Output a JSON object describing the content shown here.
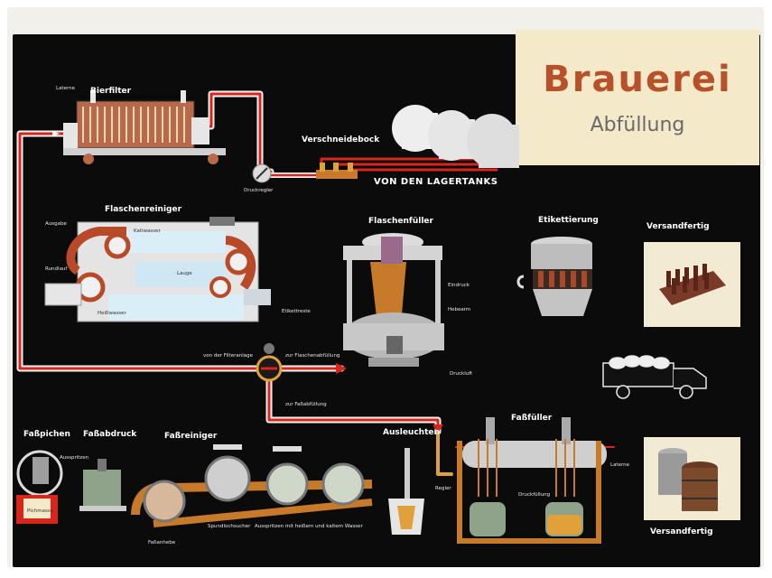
{
  "header": {
    "title": "Brauerei",
    "subtitle": "Abfüllung"
  },
  "stations": {
    "bierfilter": "Bierfilter",
    "verschneidebock": "Verschneidebock",
    "lagertanks": "VON DEN LAGERTANKS",
    "flaschenreiniger": "Flaschenreiniger",
    "flaschenfueller": "Flaschenfüller",
    "etikettierung": "Etikettierung",
    "versandfertig_top": "Versandfertig",
    "fasspichen": "Faßpichen",
    "fassabdruck": "Faßabdruck",
    "fassreiniger": "Faßreiniger",
    "ausleuchten": "Ausleuchten",
    "fassfueller": "Faßfüller",
    "versandfertig_bottom": "Versandfertig"
  },
  "small_labels": {
    "laterne_top": "Laterne",
    "druckregler": "Druckregler",
    "ausgabe": "Ausgabe",
    "kaltwasser": "Kaltwasser",
    "lauge": "Lauge",
    "rundlauf": "Rundlauf",
    "heisswasser": "Heißwasser",
    "etikettreste": "Etikettreste",
    "eindruck": "Eindruck",
    "hebearm": "Hebearm",
    "druckluft": "Druckluft",
    "von_filteranlage": "von der Filteranlage",
    "zur_flaschenabfuellung": "zur Flaschenabfüllung",
    "zur_fassabfuellung": "zur Faßabfüllung",
    "ausspritzen": "Ausspritzen",
    "pichmasse": "Pichmasse",
    "fassanhebe": "Faßanhebe",
    "spundlochsucher": "Spundlochsucher",
    "ausspritzen_wasser": "Ausspritzen mit heißem und kaltem Wasser",
    "regler": "Regler",
    "druckfuellung": "Druckfüllung",
    "laterne_bottom": "Laterne"
  },
  "colors": {
    "background": "#0b0b0b",
    "title": "#b7512a",
    "pipe_red": "#d8261c",
    "pipe_white": "#f4f4f4",
    "pipe_orange": "#e07a2a",
    "panel": "#f3ead3"
  }
}
